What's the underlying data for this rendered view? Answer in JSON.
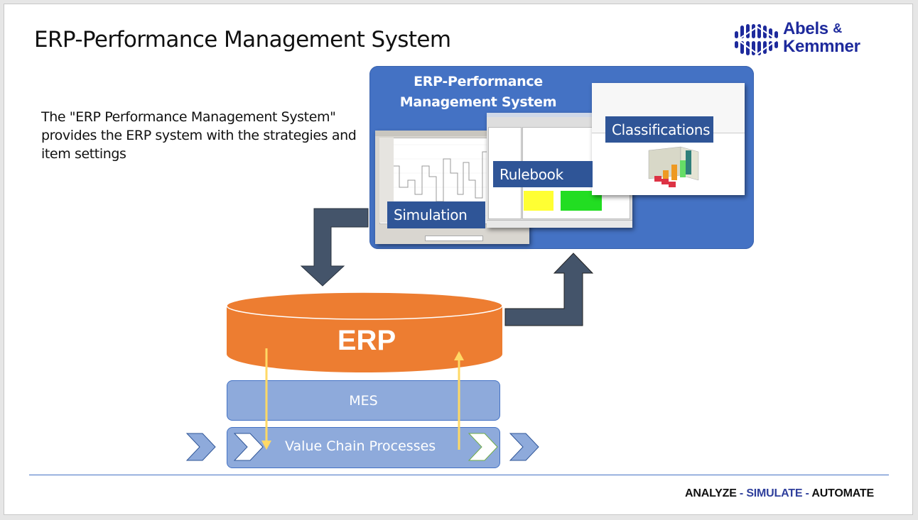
{
  "slide": {
    "title": "ERP-Performance Management System",
    "intro_text": "The \"ERP Performance Management System\" provides the ERP system with the strategies and item settings",
    "logo": {
      "line1": "Abels",
      "ampersand": "&",
      "line2": "Kemmner",
      "icon": "abels-kemmner-mark-icon",
      "color": "#1e2a9c"
    }
  },
  "pms_panel": {
    "title_line1": "ERP-Performance",
    "title_line2": "Management System",
    "color": "#4472c4",
    "modules": [
      {
        "label": "Simulation",
        "screenshot": "simulation-chart-screenshot"
      },
      {
        "label": "Rulebook",
        "screenshot": "rulebook-table-screenshot"
      },
      {
        "label": "Classifications",
        "screenshot": "classification-3d-bar-chart-screenshot"
      }
    ],
    "label_color": "#2f5597"
  },
  "stack": {
    "erp": {
      "label": "ERP",
      "color": "#ed7d31"
    },
    "mes": {
      "label": "MES",
      "color": "#8eaadb"
    },
    "value_chain": {
      "label": "Value Chain Processes",
      "color": "#8eaadb"
    },
    "flow_arrow_color": "#ffd966"
  },
  "connectors": {
    "to_erp": "arrow-down-icon",
    "to_pms": "arrow-up-icon",
    "color": "#44546a"
  },
  "footer": {
    "tagline_part1": "ANALYZE",
    "separator": " - ",
    "tagline_part2": "SIMULATE",
    "tagline_part3": "AUTOMATE",
    "accent": "#2f3f9c"
  }
}
